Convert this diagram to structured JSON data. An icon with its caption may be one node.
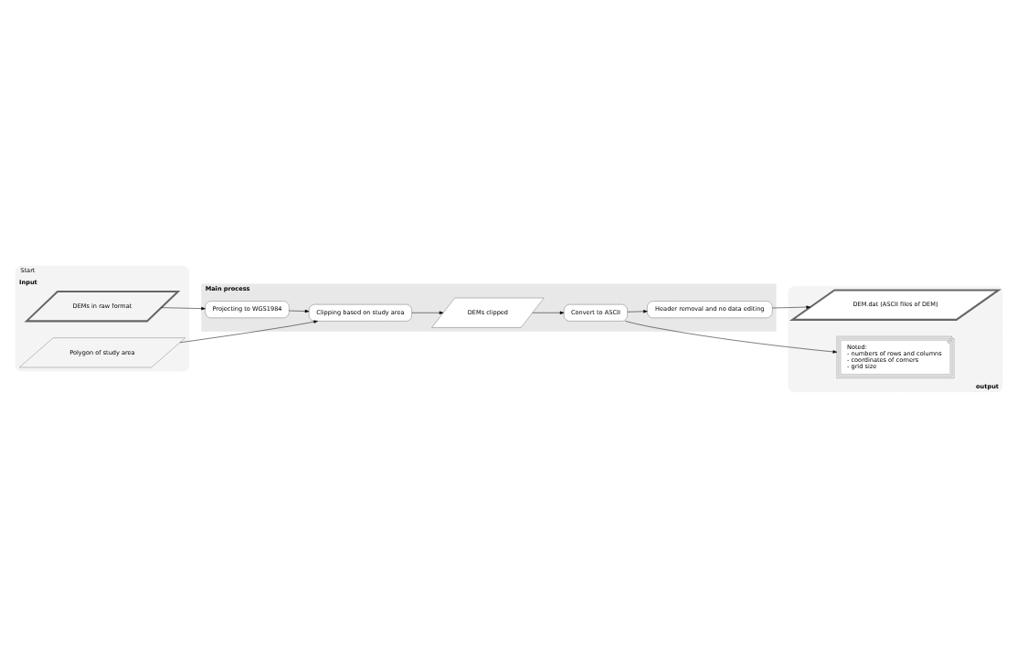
{
  "diagram": {
    "nodes": [
      {
        "text": [
          "Start",
          "Input"
        ]
      },
      {
        "text": [
          "DEMs in raw format"
        ],
        "in": 0
      },
      {
        "text": [
          "Polygon of study area"
        ],
        "in": 0
      },
      {
        "text": [
          "Main process"
        ]
      },
      {
        "text": [
          "Projecting to WGS1984"
        ],
        "in": 3
      },
      {
        "text": [
          "Clipping based on study area"
        ],
        "in": 3
      },
      {
        "text": [
          "DEMs clipped"
        ],
        "in": 3
      },
      {
        "text": [
          "Convert to ASCII"
        ],
        "in": 3
      },
      {
        "text": [
          "Header removal and no data editing"
        ],
        "in": 3
      },
      {
        "text": [
          "output"
        ]
      },
      {
        "text": [
          "Noted:",
          "- numbers of rows and columns",
          "- coordinates of corners",
          "- grid size"
        ],
        "in": 9
      },
      {
        "text": [
          "DEM.dat (ASCII files of DEM)"
        ],
        "in": 9
      }
    ],
    "edges": [
      {
        "from": 1,
        "to": 4,
        "arrow": "to"
      },
      {
        "from": 4,
        "to": 5,
        "arrow": "to"
      },
      {
        "from": 2,
        "to": 5,
        "arrow": "to"
      },
      {
        "from": 5,
        "to": 6,
        "arrow": "to"
      },
      {
        "from": 6,
        "to": 7,
        "arrow": "to"
      },
      {
        "from": 7,
        "to": 10,
        "arrow": "to"
      },
      {
        "from": 7,
        "to": 8,
        "arrow": "to"
      },
      {
        "from": 8,
        "to": 11,
        "arrow": "to"
      }
    ]
  }
}
